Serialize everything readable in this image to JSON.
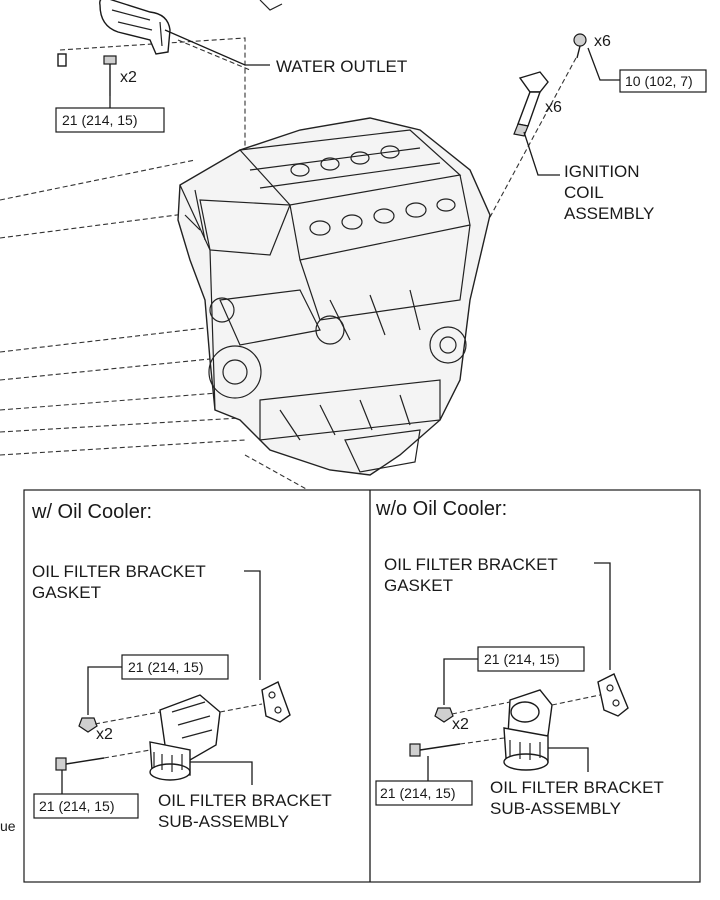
{
  "labels": {
    "water_outlet": "WATER OUTLET",
    "ignition_coil_line1": "IGNITION",
    "ignition_coil_line2": "COIL",
    "ignition_coil_line3": "ASSEMBLY",
    "truncated_left": "ue"
  },
  "quantities": {
    "water_outlet_bolt": "x2",
    "coil_bolt": "x6",
    "coil": "x6",
    "with_cooler_nut": "x2",
    "without_cooler_nut": "x2"
  },
  "torques": {
    "water_outlet": "21 (214, 15)",
    "ignition_coil": "10 (102, 7)",
    "with_cooler_nut": "21 (214, 15)",
    "with_cooler_bolt": "21 (214, 15)",
    "without_cooler_nut": "21 (214, 15)",
    "without_cooler_bolt": "21 (214, 15)"
  },
  "panels": {
    "with_cooler": {
      "title": "w/ Oil Cooler:",
      "gasket_line1": "OIL FILTER BRACKET",
      "gasket_line2": "GASKET",
      "bracket_line1": "OIL FILTER BRACKET",
      "bracket_line2": "SUB-ASSEMBLY"
    },
    "without_cooler": {
      "title": "w/o Oil Cooler:",
      "gasket_line1": "OIL FILTER BRACKET",
      "gasket_line2": "GASKET",
      "bracket_line1": "OIL FILTER BRACKET",
      "bracket_line2": "SUB-ASSEMBLY"
    }
  }
}
